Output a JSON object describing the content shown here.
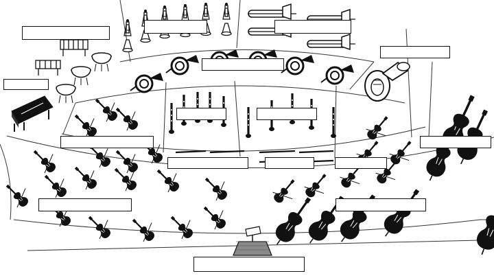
{
  "diagram": {
    "labels": [
      {
        "id": "percussion",
        "text": ""
      },
      {
        "id": "piano",
        "text": ""
      },
      {
        "id": "trumpets",
        "text": ""
      },
      {
        "id": "trombones",
        "text": ""
      },
      {
        "id": "tuba",
        "text": ""
      },
      {
        "id": "french-horns",
        "text": ""
      },
      {
        "id": "clarinets",
        "text": ""
      },
      {
        "id": "oboes",
        "text": ""
      },
      {
        "id": "first-violins",
        "text": ""
      },
      {
        "id": "flutes",
        "text": ""
      },
      {
        "id": "bassoons",
        "text": ""
      },
      {
        "id": "piccolo",
        "text": ""
      },
      {
        "id": "double-basses",
        "text": ""
      },
      {
        "id": "second-violins",
        "text": ""
      },
      {
        "id": "cellos",
        "text": ""
      },
      {
        "id": "conductor",
        "text": ""
      }
    ]
  },
  "colors": {
    "ink": "#111111",
    "paper": "#ffffff",
    "podium": "#8a8a8a"
  },
  "icons": [
    "piano-icon",
    "timpani-icon",
    "xylophone-icon",
    "trumpet-icon",
    "trombone-icon",
    "french-horn-icon",
    "tuba-icon",
    "clarinet-icon",
    "oboe-icon",
    "flute-icon",
    "violin-icon",
    "cello-icon",
    "double-bass-icon",
    "conductor-podium-icon"
  ]
}
